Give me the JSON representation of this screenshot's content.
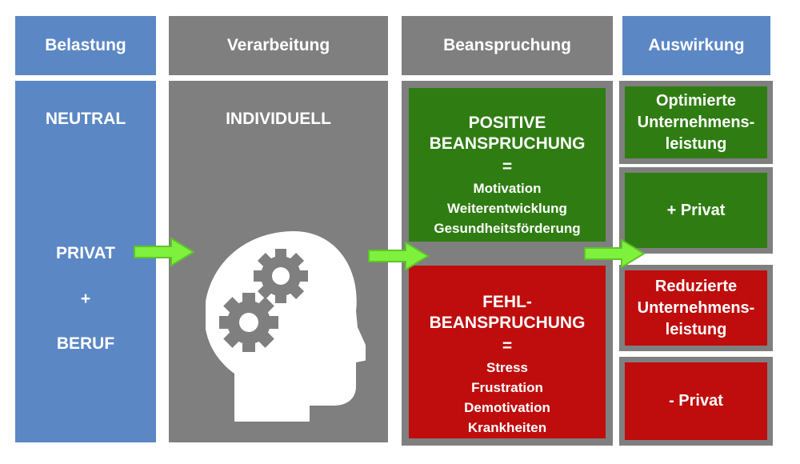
{
  "headers": {
    "belastung": "Belastung",
    "verarbeitung": "Verarbeitung",
    "beanspruchung": "Beanspruchung",
    "auswirkung": "Auswirkung"
  },
  "belastung": {
    "neutral": "NEUTRAL",
    "privat": "PRIVAT",
    "plus": "+",
    "beruf": "BERUF"
  },
  "verarbeitung": {
    "individuell": "INDIVIDUELL",
    "icon": "head-with-gears-icon"
  },
  "positive": {
    "title_line1": "POSITIVE",
    "title_line2": "BEANSPRUCHUNG",
    "equals": "=",
    "items": [
      "Motivation",
      "Weiterentwicklung",
      "Gesundheitsförderung"
    ]
  },
  "fehl": {
    "title_line1": "FEHL-",
    "title_line2": "BEANSPRUCHUNG",
    "equals": "=",
    "items": [
      "Stress",
      "Frustration",
      "Demotivation",
      "Krankheiten"
    ]
  },
  "auswirkung": {
    "optimierte": [
      "Optimierte",
      "Unternehmens-",
      "leistung"
    ],
    "plus_privat": "+ Privat",
    "reduzierte": [
      "Reduzierte",
      "Unternehmens-",
      "leistung"
    ],
    "minus_privat": "- Privat"
  },
  "colors": {
    "blue": "#5b87c5",
    "gray": "#7f7f7f",
    "green": "#2f7d12",
    "red": "#bf0d0d",
    "arrow": "#7ef13c"
  }
}
